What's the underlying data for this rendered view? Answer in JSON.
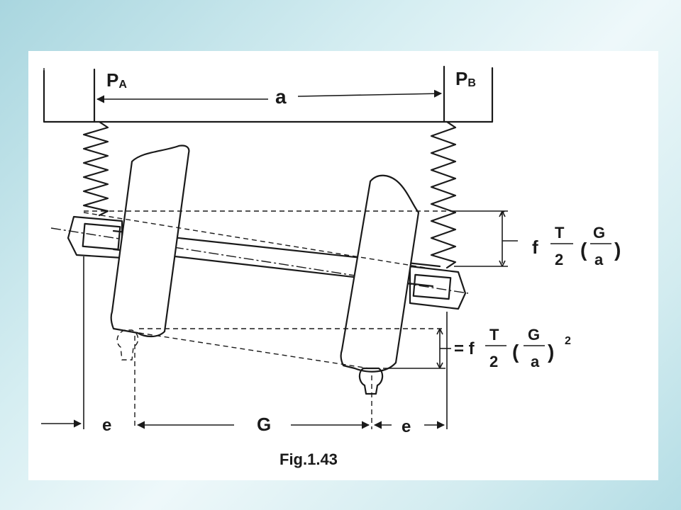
{
  "labels": {
    "force_a_main": "P",
    "force_a_sub": "A",
    "force_b_main": "P",
    "force_b_sub": "B",
    "spring_spacing": "a",
    "gauge": "G",
    "offset_left": "e",
    "offset_right": "e",
    "caption": "Fig.1.43"
  },
  "formula_axle": {
    "factor": "f",
    "t_num": "T",
    "t_den": "2",
    "g_num": "G",
    "g_den": "a",
    "open_paren": "(",
    "close_paren": ")"
  },
  "formula_rail": {
    "prefix": "= f",
    "t_num": "T",
    "t_den": "2",
    "g_num": "G",
    "g_den": "a",
    "open_paren": "(",
    "close_paren": ")",
    "exponent": "2"
  }
}
